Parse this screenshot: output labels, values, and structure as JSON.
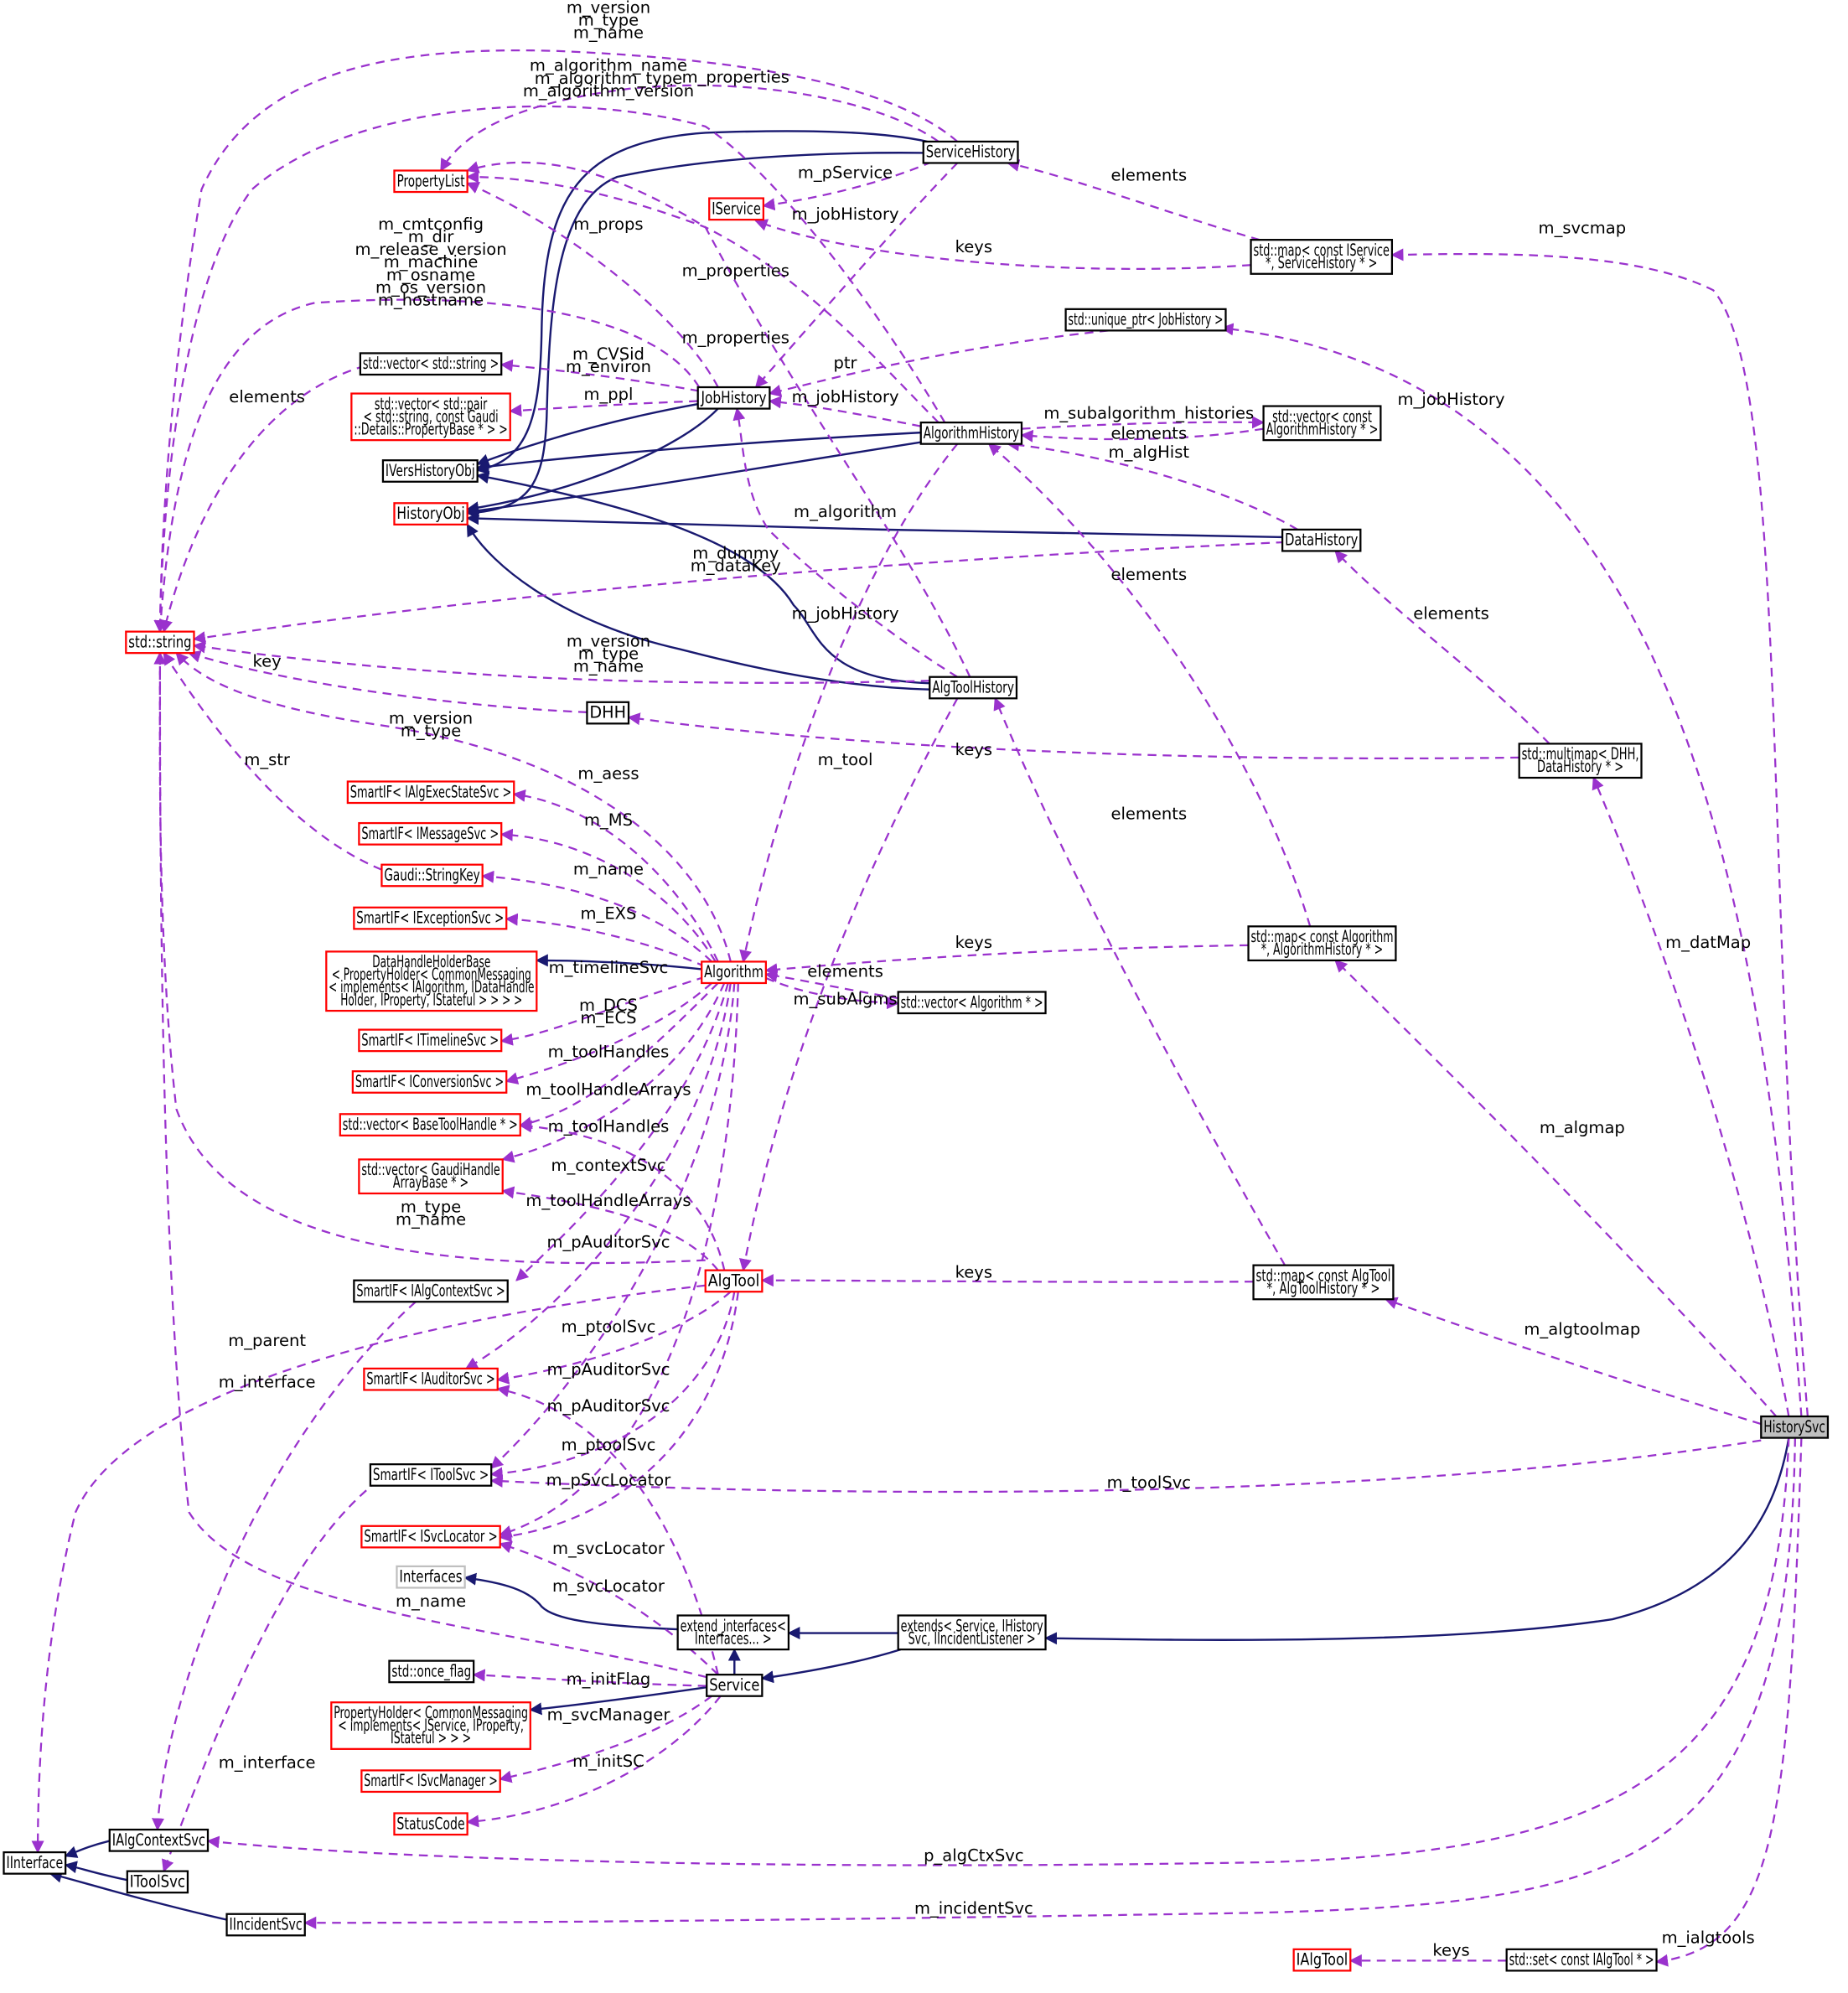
{
  "nodes": {
    "PropertyList": "PropertyList",
    "IService": "IService",
    "ServiceHistory": "ServiceHistory",
    "MapSvc": "std::map< const IService\n*, ServiceHistory * >",
    "UniqueJob": "std::unique_ptr< JobHistory >",
    "VecString": "std::vector< std::string >",
    "VecPair": "std::vector< std::pair\n< std::string, const Gaudi\n::Details::PropertyBase * > >",
    "JobHistory": "JobHistory",
    "AlgorithmHistory": "AlgorithmHistory",
    "VecAlgHist": "std::vector< const\nAlgorithmHistory * >",
    "IVersHistoryObj": "IVersHistoryObj",
    "HistoryObj": "HistoryObj",
    "DataHistory": "DataHistory",
    "StdString": "std::string",
    "AlgToolHistory": "AlgToolHistory",
    "DHH": "DHH",
    "Multimap": "std::multimap< DHH,\nDataHistory * >",
    "SmartAlgExec": "SmartIF< IAlgExecStateSvc >",
    "SmartMsg": "SmartIF< IMessageSvc >",
    "StringKey": "Gaudi::StringKey",
    "SmartExc": "SmartIF< IExceptionSvc >",
    "DataHandleHolder": "DataHandleHolderBase\n< PropertyHolder< CommonMessaging\n< implements< IAlgorithm, IDataHandle\nHolder, IProperty, IStateful > > > >",
    "Algorithm": "Algorithm",
    "MapAlg": "std::map< const Algorithm\n*, AlgorithmHistory * >",
    "VecAlgPtr": "std::vector< Algorithm * >",
    "SmartTimeline": "SmartIF< ITimelineSvc >",
    "SmartConv": "SmartIF< IConversionSvc >",
    "VecBaseTool": "std::vector< BaseToolHandle * >",
    "VecGaudiHandle": "std::vector< GaudiHandle\nArrayBase * >",
    "SmartAlgCtx": "SmartIF< IAlgContextSvc >",
    "AlgTool": "AlgTool",
    "MapAlgTool": "std::map< const AlgTool\n*, AlgToolHistory * >",
    "SmartAuditor": "SmartIF< IAuditorSvc >",
    "SmartTool": "SmartIF< IToolSvc >",
    "HistorySvc": "HistorySvc",
    "SmartSvcLoc": "SmartIF< ISvcLocator >",
    "Interfaces": "Interfaces",
    "ExtendIf": "extend_interfaces<\nInterfaces... >",
    "Extends": "extends< Service, IHistory\nSvc, IIncidentListener >",
    "OnceFlag": "std::once_flag",
    "Service": "Service",
    "PropHolderSvc": "PropertyHolder< CommonMessaging\n< implements< IService, IProperty,\nIStateful > > >",
    "SmartSvcMgr": "SmartIF< ISvcManager >",
    "StatusCode": "StatusCode",
    "IAlgContextSvc": "IAlgContextSvc",
    "IInterface": "IInterface",
    "IToolSvc": "IToolSvc",
    "IIncidentSvc": "IIncidentSvc",
    "IAlgTool": "IAlgTool",
    "SetAlgTool": "std::set< const IAlgTool * >"
  },
  "edge_labels": {
    "l_svc_strings": "m_version\nm_type\nm_name",
    "l_alghist_strings": "m_algorithm_name\nm_algorithm_type\nm_algorithm_version",
    "l_svc_props": "m_properties",
    "l_elements_svcmap": "elements",
    "l_svcmap": "m_svcmap",
    "l_pService": "m_pService",
    "l_jobHistory_svc": "m_jobHistory",
    "l_keys_svc": "keys",
    "l_props": "m_props",
    "l_job_strings": "m_cmtconfig\nm_dir\nm_release_version\nm_machine\nm_osname\nm_os_version\nm_hostname",
    "l_properties_alg": "m_properties",
    "l_properties_tool": "m_properties",
    "l_jobHistory_top": "m_jobHistory",
    "l_cvsid": "m_CVSid\nm_environ",
    "l_ptr": "ptr",
    "l_ppl": "m_ppl",
    "l_jobHistory_alg": "m_jobHistory",
    "l_subalg": "m_subalgorithm_histories",
    "l_elements_vecalg": "elements",
    "l_algHist": "m_algHist",
    "l_elements_str": "elements",
    "l_algorithm": "m_algorithm",
    "l_dummy": "m_dummy\nm_dataKey",
    "l_elements_map": "elements",
    "l_elements_multimap": "elements",
    "l_jobHistory_tool": "m_jobHistory",
    "l_tool_strings": "m_version\nm_type\nm_name",
    "l_key": "key",
    "l_alg_strings": "m_version\nm_type",
    "l_keys_dhh": "keys",
    "l_tool": "m_tool",
    "l_aess": "m_aess",
    "l_str": "m_str",
    "l_MS": "m_MS",
    "l_name": "m_name",
    "l_elements_algtool": "elements",
    "l_EXS": "m_EXS",
    "l_timelineSvc": "m_timelineSvc",
    "l_keys_alg": "keys",
    "l_datMap": "m_datMap",
    "l_elements_algs": "elements",
    "l_subAlgms": "m_subAlgms",
    "l_dcs": "m_DCS\nm_ECS",
    "l_toolHandles": "m_toolHandles",
    "l_toolHandleArrays": "m_toolHandleArrays",
    "l_toolHandles2": "m_toolHandles",
    "l_algmap": "m_algmap",
    "l_contextSvc": "m_contextSvc",
    "l_toolHandleArrays2": "m_toolHandleArrays",
    "l_tool_typename": "m_type\nm_name",
    "l_pAuditorSvc": "m_pAuditorSvc",
    "l_keys_tool": "keys",
    "l_parent": "m_parent",
    "l_ptoolSvc": "m_ptoolSvc",
    "l_algtoolmap": "m_algtoolmap",
    "l_interface": "m_interface",
    "l_pAuditorSvc2": "m_pAuditorSvc",
    "l_pAuditorSvc3": "m_pAuditorSvc",
    "l_ptoolSvc2": "m_ptoolSvc",
    "l_toolSvc": "m_toolSvc",
    "l_pSvcLocator": "m_pSvcLocator",
    "l_svcLocator": "m_svcLocator",
    "l_svcLocator2": "m_svcLocator",
    "l_name_svc": "m_name",
    "l_initFlag": "m_initFlag",
    "l_svcManager": "m_svcManager",
    "l_interface2": "m_interface",
    "l_initSC": "m_initSC",
    "l_algCtxSvc": "p_algCtxSvc",
    "l_incidentSvc": "m_incidentSvc",
    "l_ialgtools": "m_ialgtools",
    "l_keys_set": "keys"
  }
}
